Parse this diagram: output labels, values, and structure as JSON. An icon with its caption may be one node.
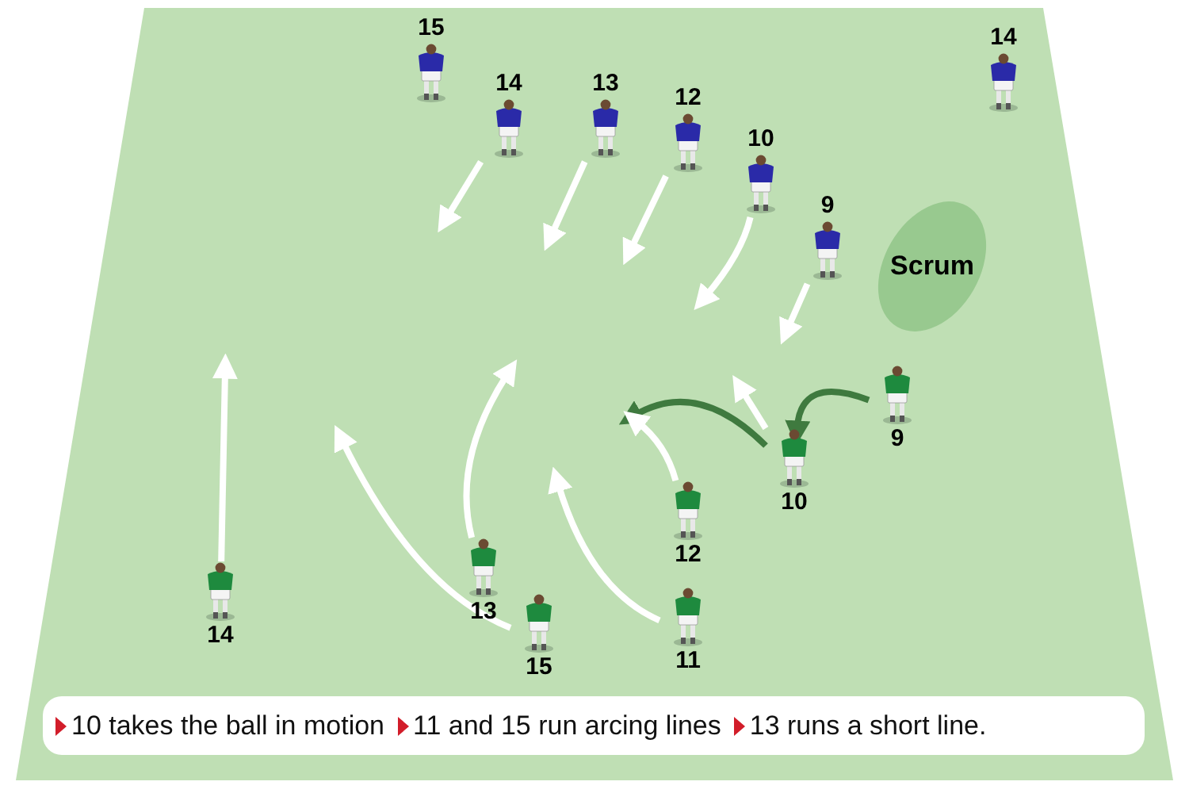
{
  "diagram": {
    "nodes": [
      {
        "text": [
          "15"
        ]
      },
      {
        "text": [
          "14"
        ]
      },
      {
        "text": [
          "13"
        ]
      },
      {
        "text": [
          "12"
        ]
      },
      {
        "text": [
          "10"
        ]
      },
      {
        "text": [
          "9"
        ]
      },
      {
        "text": [
          "14"
        ]
      },
      {
        "text": [
          "Scrum"
        ]
      },
      {
        "text": [
          "9"
        ]
      },
      {
        "text": [
          "10"
        ]
      },
      {
        "text": [
          "12"
        ]
      },
      {
        "text": [
          "13"
        ]
      },
      {
        "text": [
          "15"
        ]
      },
      {
        "text": [
          "11"
        ]
      },
      {
        "text": [
          "14"
        ]
      }
    ],
    "edges": [
      {
        "from": 1,
        "to": null,
        "arrow": "to"
      },
      {
        "from": 2,
        "to": null,
        "arrow": "to"
      },
      {
        "from": 3,
        "to": null,
        "arrow": "to"
      },
      {
        "from": 4,
        "to": null,
        "arrow": "to"
      },
      {
        "from": 5,
        "to": null,
        "arrow": "to"
      },
      {
        "from": 8,
        "to": 9,
        "arrow": "to",
        "color": "#3f7a3f"
      },
      {
        "from": 9,
        "to": null,
        "arrow": "to"
      },
      {
        "from": 9,
        "to": null,
        "arrow": "to",
        "color": "#3f7a3f"
      },
      {
        "from": 10,
        "to": null,
        "arrow": "to"
      },
      {
        "from": 11,
        "to": null,
        "arrow": "to"
      },
      {
        "from": 12,
        "to": null,
        "arrow": "to"
      },
      {
        "from": 13,
        "to": null,
        "arrow": "to"
      },
      {
        "from": 14,
        "to": null,
        "arrow": "to"
      }
    ],
    "labels": [
      "10 takes the ball in motion",
      "11 and 15 run arcing lines",
      "13 runs a short line."
    ]
  }
}
